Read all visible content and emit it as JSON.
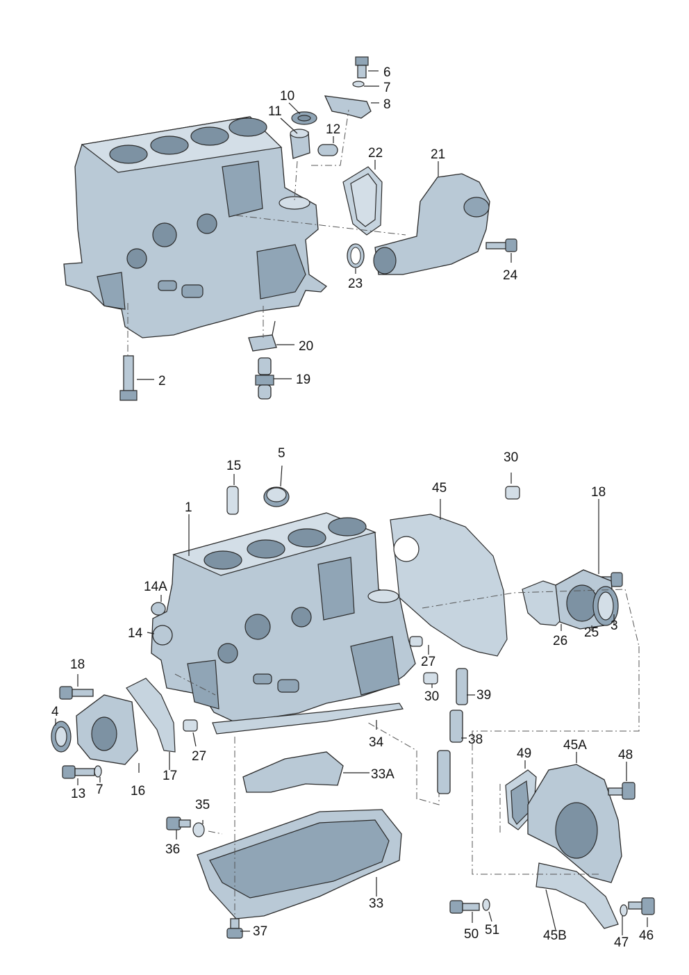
{
  "callouts": [
    {
      "id": "p1",
      "text": "1"
    },
    {
      "id": "p2",
      "text": "2"
    },
    {
      "id": "p3",
      "text": "3"
    },
    {
      "id": "p4",
      "text": "4"
    },
    {
      "id": "p5",
      "text": "5"
    },
    {
      "id": "p6",
      "text": "6"
    },
    {
      "id": "p7a",
      "text": "7"
    },
    {
      "id": "p7b",
      "text": "7"
    },
    {
      "id": "p8",
      "text": "8"
    },
    {
      "id": "p10",
      "text": "10"
    },
    {
      "id": "p11",
      "text": "11"
    },
    {
      "id": "p12",
      "text": "12"
    },
    {
      "id": "p13",
      "text": "13"
    },
    {
      "id": "p14",
      "text": "14"
    },
    {
      "id": "p14A",
      "text": "14A"
    },
    {
      "id": "p15",
      "text": "15"
    },
    {
      "id": "p16",
      "text": "16"
    },
    {
      "id": "p17",
      "text": "17"
    },
    {
      "id": "p18a",
      "text": "18"
    },
    {
      "id": "p18b",
      "text": "18"
    },
    {
      "id": "p19",
      "text": "19"
    },
    {
      "id": "p20",
      "text": "20"
    },
    {
      "id": "p21",
      "text": "21"
    },
    {
      "id": "p22",
      "text": "22"
    },
    {
      "id": "p23",
      "text": "23"
    },
    {
      "id": "p24",
      "text": "24"
    },
    {
      "id": "p25",
      "text": "25"
    },
    {
      "id": "p26",
      "text": "26"
    },
    {
      "id": "p27a",
      "text": "27"
    },
    {
      "id": "p27b",
      "text": "27"
    },
    {
      "id": "p30a",
      "text": "30"
    },
    {
      "id": "p30b",
      "text": "30"
    },
    {
      "id": "p33",
      "text": "33"
    },
    {
      "id": "p33A",
      "text": "33A"
    },
    {
      "id": "p34",
      "text": "34"
    },
    {
      "id": "p35",
      "text": "35"
    },
    {
      "id": "p36",
      "text": "36"
    },
    {
      "id": "p37",
      "text": "37"
    },
    {
      "id": "p38",
      "text": "38"
    },
    {
      "id": "p39",
      "text": "39"
    },
    {
      "id": "p45",
      "text": "45"
    },
    {
      "id": "p45A",
      "text": "45A"
    },
    {
      "id": "p45B",
      "text": "45B"
    },
    {
      "id": "p46",
      "text": "46"
    },
    {
      "id": "p47",
      "text": "47"
    },
    {
      "id": "p48",
      "text": "48"
    },
    {
      "id": "p49",
      "text": "49"
    },
    {
      "id": "p50",
      "text": "50"
    },
    {
      "id": "p51",
      "text": "51"
    }
  ],
  "colors": {
    "part_fill": "#b9c9d6",
    "part_dark": "#90a5b6",
    "outline": "#2a2a2a",
    "background": "#ffffff"
  }
}
